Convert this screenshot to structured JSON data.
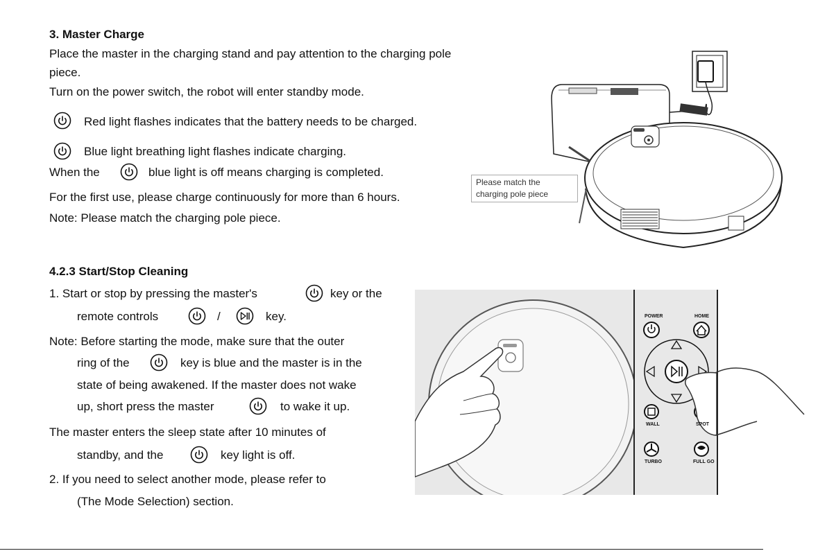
{
  "section1": {
    "heading": "3. Master Charge",
    "line1": "Place the master in the charging stand and pay attention to the charging pole",
    "line2": "piece.",
    "line3": "Turn on the power switch, the robot will enter standby mode.",
    "red": "Red light flashes indicates that the battery needs to be charged.",
    "blue": "Blue light breathing light flashes indicate charging.",
    "when_a": "When the",
    "when_b": "blue light is off means charging is completed.",
    "first_use": "For the first use, please charge continuously for more than 6 hours.",
    "note": "Note: Please match the charging pole piece.",
    "callout_l1": "Please match the",
    "callout_l2": "charging pole piece"
  },
  "section2": {
    "heading": "4.2.3 Start/Stop Cleaning",
    "s1a": "1. Start or stop by pressing the master's",
    "s1b": "key or the",
    "s2a": "remote controls",
    "s2slash": "/",
    "s2b": "key.",
    "n1": "Note: Before starting the mode, make sure that the outer",
    "n2a": "ring of the",
    "n2b": "key is blue and the master is in the",
    "n3": "state of being awakened. If the master does not wake",
    "n4a": "up, short press the master",
    "n4b": "to wake it up.",
    "sl1": "The master enters the sleep state after 10 minutes of",
    "sl2a": "standby, and the",
    "sl2b": "key light is off.",
    "m1": "2. If you need to select another mode, please refer to",
    "m2": "(The Mode Selection) section."
  },
  "remote": {
    "power": "POWER",
    "home": "HOME",
    "wall": "WALL",
    "spot": "SPOT",
    "turbo": "TURBO",
    "full_go": "FULL GO"
  },
  "icons": [
    "power-icon",
    "play-pause-icon",
    "home-icon",
    "wall-icon",
    "spot-icon",
    "turbo-icon",
    "full-go-icon",
    "arrow-up-icon",
    "arrow-down-icon",
    "arrow-left-icon",
    "arrow-right-icon",
    "hand-icon"
  ]
}
